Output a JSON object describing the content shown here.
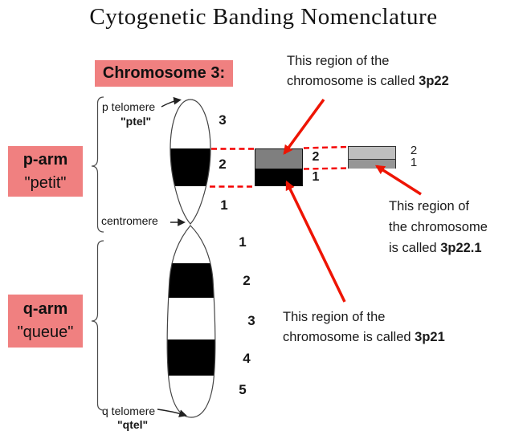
{
  "title": "Cytogenetic Banding Nomenclature",
  "chromosome_label": "Chromosome 3:",
  "arms": {
    "p": {
      "name": "p-arm",
      "nickname": "\"petit\""
    },
    "q": {
      "name": "q-arm",
      "nickname": "\"queue\""
    }
  },
  "markers": {
    "p_telomere": "p telomere",
    "p_telomere_abbrev": "\"ptel\"",
    "centromere": "centromere",
    "q_telomere": "q telomere",
    "q_telomere_abbrev": "\"qtel\""
  },
  "p_bands": [
    "3",
    "2",
    "1"
  ],
  "q_bands": [
    "1",
    "2",
    "3",
    "4",
    "5"
  ],
  "zoom_level1_bands": [
    "2",
    "1"
  ],
  "zoom_level2_bands": [
    "2",
    "1"
  ],
  "annotations": {
    "region_3p22": {
      "line1": "This region of the",
      "line2": "chromosome is called ",
      "band": "3p22"
    },
    "region_3p22_1": {
      "line1": "This region of",
      "line2": "the chromosome",
      "line3": "is called ",
      "band": "3p22.1"
    },
    "region_3p21": {
      "line1": "This region of the",
      "line2": "chromosome is called ",
      "band": "3p21"
    }
  },
  "colors": {
    "highlight_pink": "#f08080",
    "arrow_red": "#ee1403",
    "dashed_red": "#f40000",
    "band_black": "#000000",
    "band_gray": "#7f7f7f",
    "band_light_gray": "#bfbfbf",
    "band_mid_gray": "#969696"
  }
}
